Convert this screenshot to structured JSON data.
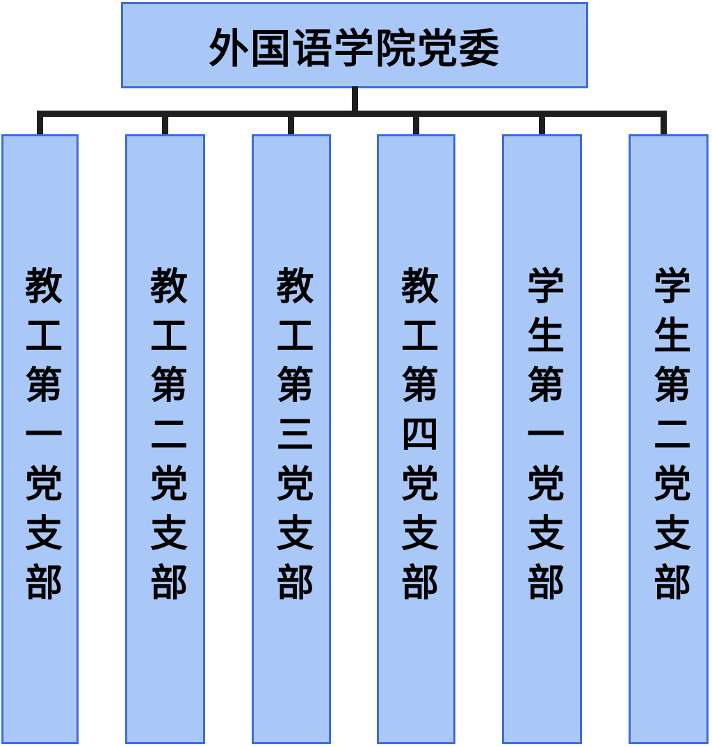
{
  "diagram": {
    "title": "外国语学院党委",
    "branches": [
      {
        "label": "教工第一党支部"
      },
      {
        "label": "教工第二党支部"
      },
      {
        "label": "教工第三党支部"
      },
      {
        "label": "教工第四党支部"
      },
      {
        "label": "学生第一党支部"
      },
      {
        "label": "学生第二党支部"
      }
    ],
    "colors": {
      "background": "#FFFFFF",
      "box_fill": "#A9C8F8",
      "box_border": "#3D6BD8",
      "connector": "#1E1E1E",
      "text": "#000000"
    }
  }
}
